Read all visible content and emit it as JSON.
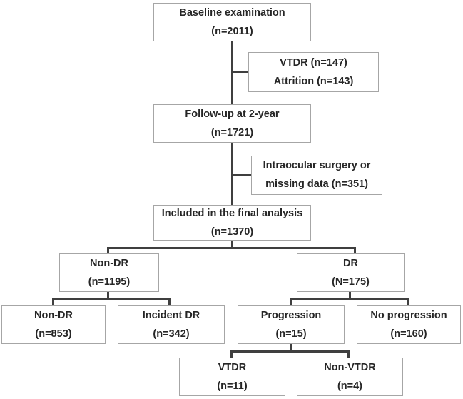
{
  "diagram": {
    "title": "Study participant flow diagram",
    "type": "flowchart",
    "colors": {
      "box_border": "#a6a6a6",
      "connector": "#3f3f3f",
      "text": "#262626",
      "background": "#ffffff"
    },
    "nodes": [
      {
        "id": "baseline",
        "line1": "Baseline examination",
        "line2": "(n=2011)"
      },
      {
        "id": "excluded-1",
        "line1": "VTDR (n=147)",
        "line2": "Attrition (n=143)"
      },
      {
        "id": "followup",
        "line1": "Follow-up at 2-year",
        "line2": "(n=1721)"
      },
      {
        "id": "excluded-2",
        "line1": "Intraocular surgery or",
        "line2": "missing data (n=351)"
      },
      {
        "id": "included",
        "line1": "Included in the final analysis",
        "line2": "(n=1370)"
      },
      {
        "id": "non-dr-group",
        "line1": "Non-DR",
        "line2": "(n=1195)"
      },
      {
        "id": "dr-group",
        "line1": "DR",
        "line2": "(N=175)"
      },
      {
        "id": "non-dr-outcome",
        "line1": "Non-DR",
        "line2": "(n=853)"
      },
      {
        "id": "incident-dr",
        "line1": "Incident DR",
        "line2": "(n=342)"
      },
      {
        "id": "progression",
        "line1": "Progression",
        "line2": "(n=15)"
      },
      {
        "id": "no-progression",
        "line1": "No progression",
        "line2": "(n=160)"
      },
      {
        "id": "vtdr",
        "line1": "VTDR",
        "line2": "(n=11)"
      },
      {
        "id": "non-vtdr",
        "line1": "Non-VTDR",
        "line2": "(n=4)"
      }
    ]
  }
}
